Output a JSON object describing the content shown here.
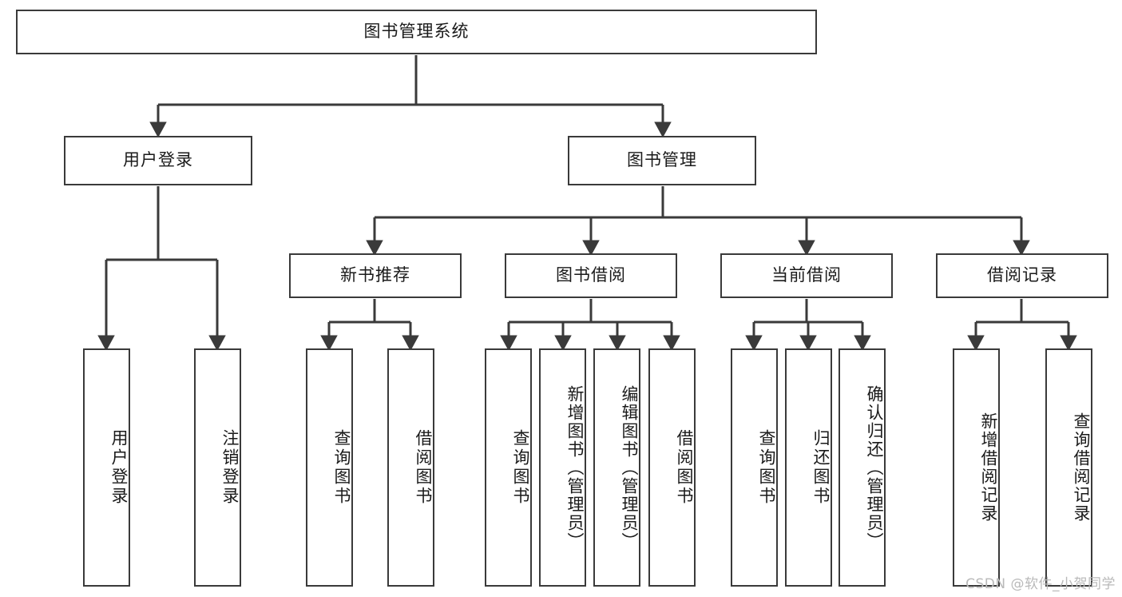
{
  "diagram": {
    "type": "tree-hierarchy",
    "title": "图书管理系统",
    "watermark": "CSDN @软件_小贺同学",
    "colors": {
      "box_border": "#3a3a3a",
      "box_fill": "#ffffff",
      "connector": "#3a3a3a",
      "text": "#1a1a1a",
      "watermark": "#b9b9b9",
      "background": "#ffffff"
    },
    "levels": [
      {
        "level": 1,
        "nodes": [
          {
            "id": "root",
            "label": "图书管理系统",
            "orientation": "horizontal"
          }
        ]
      },
      {
        "level": 2,
        "nodes": [
          {
            "id": "l2-0",
            "label": "用户登录",
            "orientation": "horizontal",
            "parent": "root"
          },
          {
            "id": "l2-1",
            "label": "图书管理",
            "orientation": "horizontal",
            "parent": "root"
          }
        ]
      },
      {
        "level": 3,
        "nodes": [
          {
            "id": "l3-0",
            "label": "新书推荐",
            "orientation": "horizontal",
            "parent": "l2-1"
          },
          {
            "id": "l3-1",
            "label": "图书借阅",
            "orientation": "horizontal",
            "parent": "l2-1"
          },
          {
            "id": "l3-2",
            "label": "当前借阅",
            "orientation": "horizontal",
            "parent": "l2-1"
          },
          {
            "id": "l3-3",
            "label": "借阅记录",
            "orientation": "horizontal",
            "parent": "l2-1"
          }
        ]
      },
      {
        "level": 4,
        "nodes": [
          {
            "id": "leaf-0",
            "label": "用户登录",
            "orientation": "vertical",
            "parent": "l2-0"
          },
          {
            "id": "leaf-1",
            "label": "注销登录",
            "orientation": "vertical",
            "parent": "l2-0"
          },
          {
            "id": "leaf-2",
            "label": "查询图书",
            "orientation": "vertical",
            "parent": "l3-0"
          },
          {
            "id": "leaf-3",
            "label": "借阅图书",
            "orientation": "vertical",
            "parent": "l3-0"
          },
          {
            "id": "leaf-4",
            "label": "查询图书",
            "orientation": "vertical",
            "parent": "l3-1"
          },
          {
            "id": "leaf-5",
            "label": "新增图书（管理员）",
            "orientation": "vertical",
            "parent": "l3-1"
          },
          {
            "id": "leaf-6",
            "label": "编辑图书（管理员）",
            "orientation": "vertical",
            "parent": "l3-1"
          },
          {
            "id": "leaf-7",
            "label": "借阅图书",
            "orientation": "vertical",
            "parent": "l3-1"
          },
          {
            "id": "leaf-8",
            "label": "查询图书",
            "orientation": "vertical",
            "parent": "l3-2"
          },
          {
            "id": "leaf-9",
            "label": "归还图书",
            "orientation": "vertical",
            "parent": "l3-2"
          },
          {
            "id": "leaf-10",
            "label": "确认归还（管理员）",
            "orientation": "vertical",
            "parent": "l3-2"
          },
          {
            "id": "leaf-11",
            "label": "新增借阅记录",
            "orientation": "vertical",
            "parent": "l3-3"
          },
          {
            "id": "leaf-12",
            "label": "查询借阅记录",
            "orientation": "vertical",
            "parent": "l3-3"
          }
        ]
      }
    ]
  }
}
